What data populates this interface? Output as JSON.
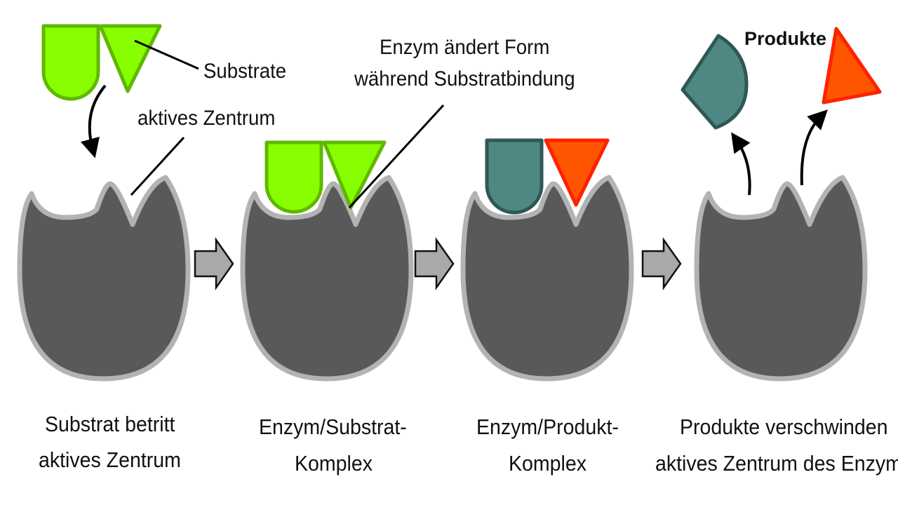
{
  "labels": {
    "substrate": "Substrate",
    "active_site": "aktives Zentrum",
    "shape_change_line1": "Enzym ändert Form",
    "shape_change_line2": "während Substratbindung",
    "products": "Produkte"
  },
  "captions": {
    "step1_line1": "Substrat betritt",
    "step1_line2": "aktives Zentrum",
    "step2_line1": "Enzym/Substrat-",
    "step2_line2": "Komplex",
    "step3_line1": "Enzym/Produkt-",
    "step3_line2": "Komplex",
    "step4_line1": "Produkte verschwinden",
    "step4_line2": "aktives Zentrum des Enzyms"
  },
  "colors": {
    "enzyme_fill": "#595959",
    "enzyme_outline": "#b3b3b3",
    "substrate_fill": "#88ff00",
    "substrate_outline": "#5fb800",
    "product_teal": "#4f8783",
    "product_teal_outline": "#2e5856",
    "product_orange": "#ff5500",
    "product_orange_outline": "#ff2200",
    "step_arrow_fill": "#a9a9a9",
    "step_arrow_outline": "#111111",
    "pointer_line": "#000000"
  },
  "icons": {
    "step_arrow": "block-right-arrow",
    "motion_arrow": "curved-arrow"
  }
}
